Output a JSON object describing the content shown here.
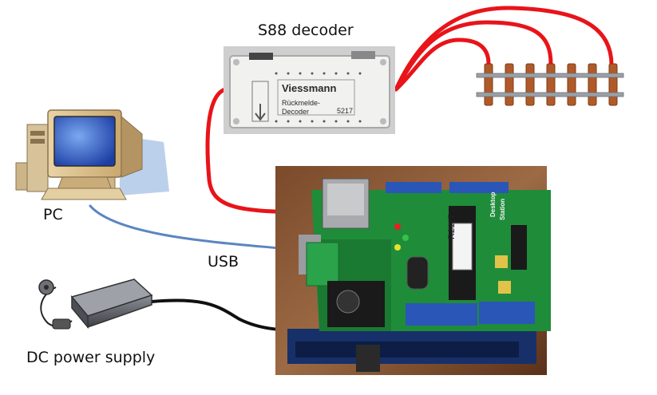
{
  "labels": {
    "decoder": "S88 decoder",
    "pc": "PC",
    "usb": "USB",
    "power": "DC power supply"
  },
  "decoder_module": {
    "brand": "Viessmann",
    "line1": "Rückmelde-",
    "line2": "Decoder",
    "number": "5217"
  },
  "board": {
    "brand_line1": "Desktop",
    "brand_line2": "Station",
    "chip_label": "R2117"
  },
  "colors": {
    "decoder_wire": "#e8141a",
    "usb_cable": "#5a86c0",
    "power_cable": "#101010",
    "pcb": "#1f8c3a",
    "header": "#2a56b8",
    "rail": "#9aa0a6",
    "sleeper": "#b05a2a"
  },
  "icons": [
    "computer-icon",
    "power-adapter-icon",
    "track-icon"
  ]
}
